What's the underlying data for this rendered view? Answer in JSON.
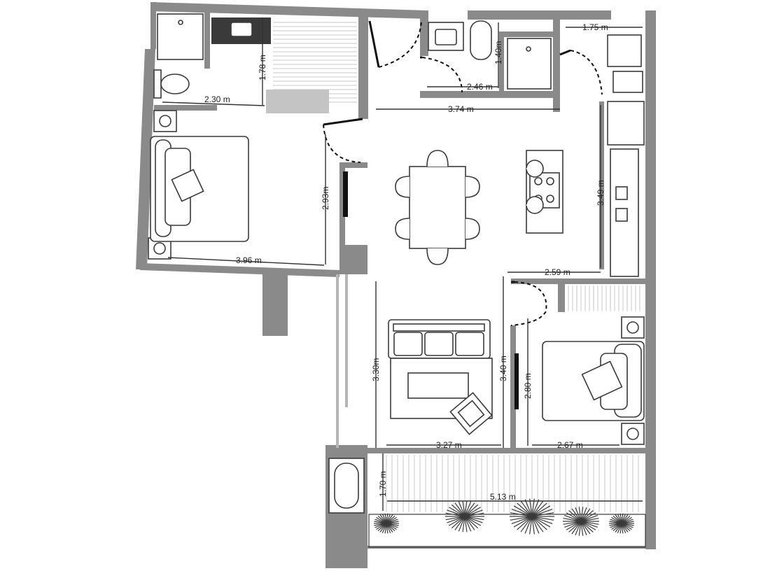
{
  "plan": {
    "colors": {
      "wall": "#8a8a8a",
      "line": "#3a3a3a",
      "background": "#ffffff"
    },
    "dimensions": {
      "bath_width": "1.75 m",
      "bath_left_depth": "1.78 m",
      "bath_mid_depth": "1.40m",
      "bath_mid_width": "2.46 m",
      "bedroom1_closet": "2.30 m",
      "dining_width": "3.74 m",
      "bedroom1_depth": "2.93m",
      "kitchen_depth": "3.49 m",
      "bedroom1_width": "3.96 m",
      "kitchen_width": "2.59 m",
      "living_depth": "3.30m",
      "hall_depth": "3.40 m",
      "bedroom2_depth": "2.80 m",
      "living_width": "3.27 m",
      "bedroom2_width": "2.67 m",
      "balcony_depth": "1.70 m",
      "balcony_width": "5.13 m"
    }
  }
}
